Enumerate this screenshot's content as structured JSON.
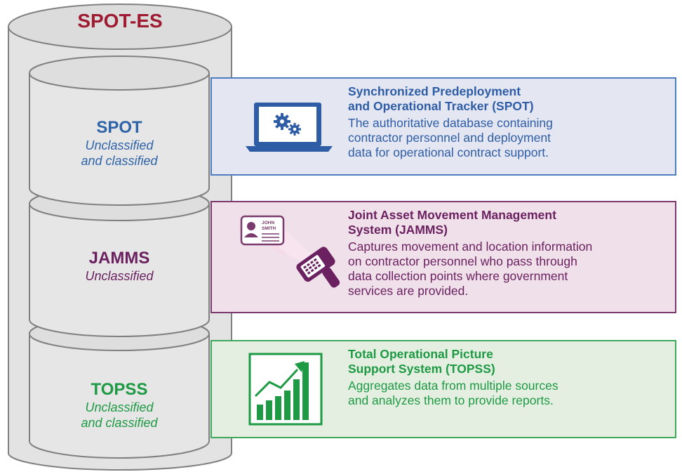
{
  "title": "SPOT-ES",
  "layers": [
    {
      "id": "spot",
      "name": "SPOT",
      "classification": [
        "Unclassified",
        "and classified"
      ],
      "color": "#2e63a8",
      "panel": {
        "title": [
          "Synchronized Predeployment",
          "and Operational Tracker (SPOT)"
        ],
        "description": [
          "The authoritative database containing",
          "contractor personnel and deployment",
          "data for operational contract support."
        ],
        "background": "#e4e7f2",
        "border": "#4f7cc0",
        "icon": "laptop-gears-icon"
      }
    },
    {
      "id": "jamms",
      "name": "JAMMS",
      "classification": [
        "Unclassified"
      ],
      "color": "#6b2160",
      "panel": {
        "title": [
          "Joint Asset Movement Management",
          "System (JAMMS)"
        ],
        "description": [
          "Captures movement and location information",
          "on contractor personnel who pass through",
          "data collection points where government",
          "services are provided."
        ],
        "background": "#efe0ea",
        "border": "#7a3a6d",
        "icon": "id-card-scanner-icon",
        "card_text": [
          "JOHN",
          "SMITH"
        ]
      }
    },
    {
      "id": "topss",
      "name": "TOPSS",
      "classification": [
        "Unclassified",
        "and classified"
      ],
      "color": "#1e9a44",
      "panel": {
        "title": [
          "Total Operational Picture",
          "Support System (TOPSS)"
        ],
        "description": [
          "Aggregates data from multiple sources",
          "and analyzes them to provide reports."
        ],
        "background": "#e4efe1",
        "border": "#3fa85a",
        "icon": "growth-bar-chart-icon"
      }
    }
  ],
  "colors": {
    "title": "#9e1b32",
    "cylinder_fill": "#e3e3e3",
    "cylinder_top": "#dcdcdc",
    "cylinder_stroke": "#808080"
  }
}
